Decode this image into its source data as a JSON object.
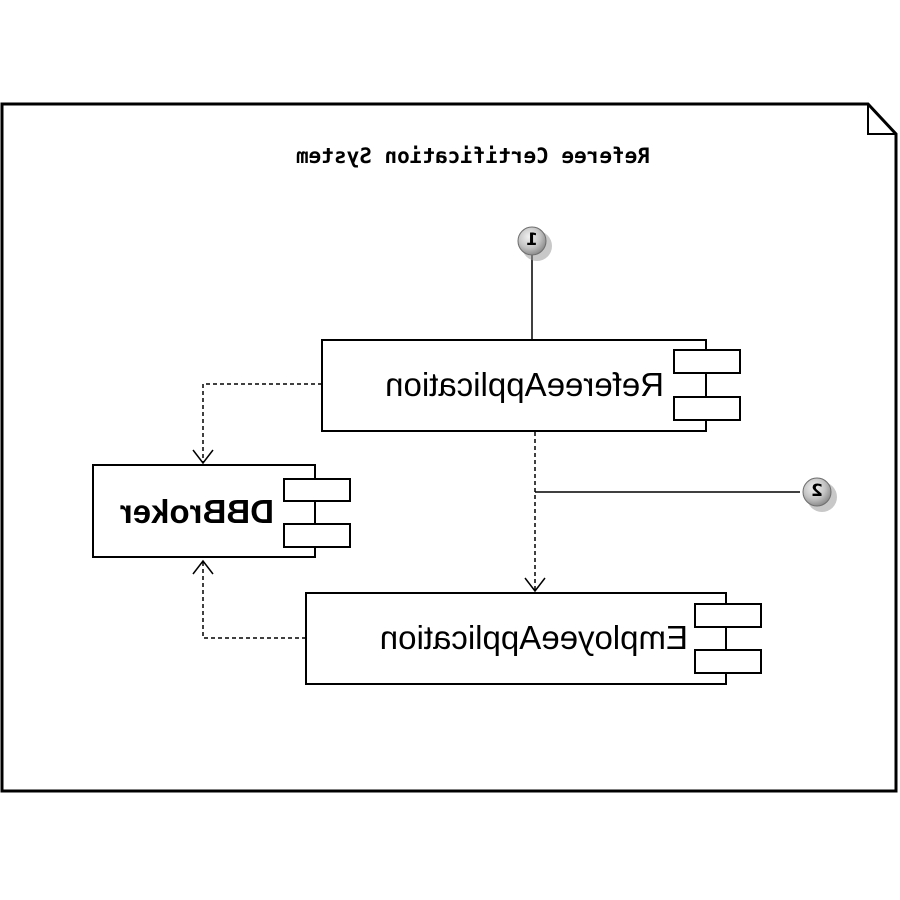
{
  "diagram": {
    "title": "Referee Certification System",
    "components": [
      {
        "id": "referee",
        "label": "RefereeApplication"
      },
      {
        "id": "dbbroker",
        "label": "DBBroker"
      },
      {
        "id": "employee",
        "label": "EmployeeApplication"
      }
    ],
    "badges": [
      {
        "id": "badge1",
        "label": "1"
      },
      {
        "id": "badge2",
        "label": "2"
      }
    ],
    "dependencies": [
      {
        "from": "referee",
        "to": "dbbroker"
      },
      {
        "from": "employee",
        "to": "dbbroker"
      },
      {
        "from": "referee",
        "to": "employee"
      }
    ],
    "colors": {
      "line": "#000000",
      "background": "#ffffff",
      "badge_fill": "#bdbdbd",
      "badge_shadow": "#9a9a9a"
    }
  }
}
